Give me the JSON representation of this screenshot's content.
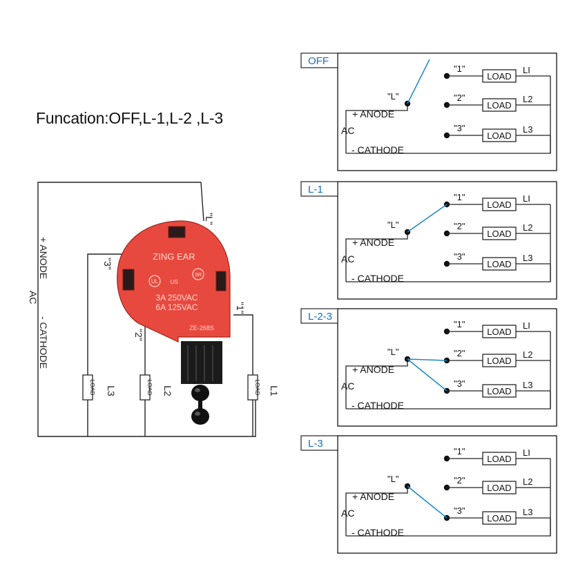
{
  "title": "Funcation:OFF,L-1,L-2 ,L-3",
  "device": {
    "brand": "ZING EAR",
    "ul_mark": "UL",
    "ul_suffix": "US",
    "sr_mark": "SR",
    "rating_1": "3A 250VAC",
    "rating_2": "6A 125VAC",
    "model": "ZE-268S"
  },
  "left_wiring": {
    "terminal_L": "\"L\"",
    "terminal_1": "\"1\"",
    "terminal_2": "\"2\"",
    "terminal_3": "\"3\"",
    "anode": "+ ANODE",
    "ac": "AC",
    "cathode": "- CATHODE",
    "load": "LOAD",
    "l1": "L1",
    "l2": "L2",
    "l3": "L3"
  },
  "common": {
    "terminal_L": "\"L\"",
    "terminal_1": "\"1\"",
    "terminal_2": "\"2\"",
    "terminal_3": "\"3\"",
    "anode": "+ ANODE",
    "ac": "AC",
    "cathode": "- CATHODE",
    "load": "LOAD",
    "l1": "LI",
    "l2": "L2",
    "l3": "L3"
  },
  "panels": [
    {
      "label": "OFF",
      "connects": []
    },
    {
      "label": "L-1",
      "connects": [
        1
      ]
    },
    {
      "label": "L-2-3",
      "connects": [
        2,
        3
      ]
    },
    {
      "label": "L-3",
      "connects": [
        3
      ]
    }
  ],
  "colors": {
    "line": "#222222",
    "switch_line": "#1a87c8",
    "label_text": "#1a6fb5",
    "switch_body": "#e8493e",
    "switch_dark": "#b3261e",
    "shaft": "#1b1b1b"
  }
}
